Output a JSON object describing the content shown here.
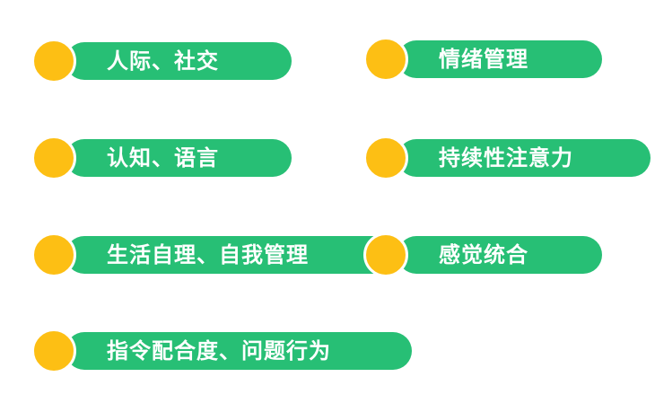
{
  "colors": {
    "pill": "#27bf75",
    "dot": "#fdbf14",
    "text": "#ffffff"
  },
  "tags": [
    {
      "label": "人际、社交"
    },
    {
      "label": "情绪管理"
    },
    {
      "label": "认知、语言"
    },
    {
      "label": "持续性注意力"
    },
    {
      "label": "生活自理、自我管理"
    },
    {
      "label": "感觉统合"
    },
    {
      "label": "指令配合度、问题行为"
    }
  ]
}
